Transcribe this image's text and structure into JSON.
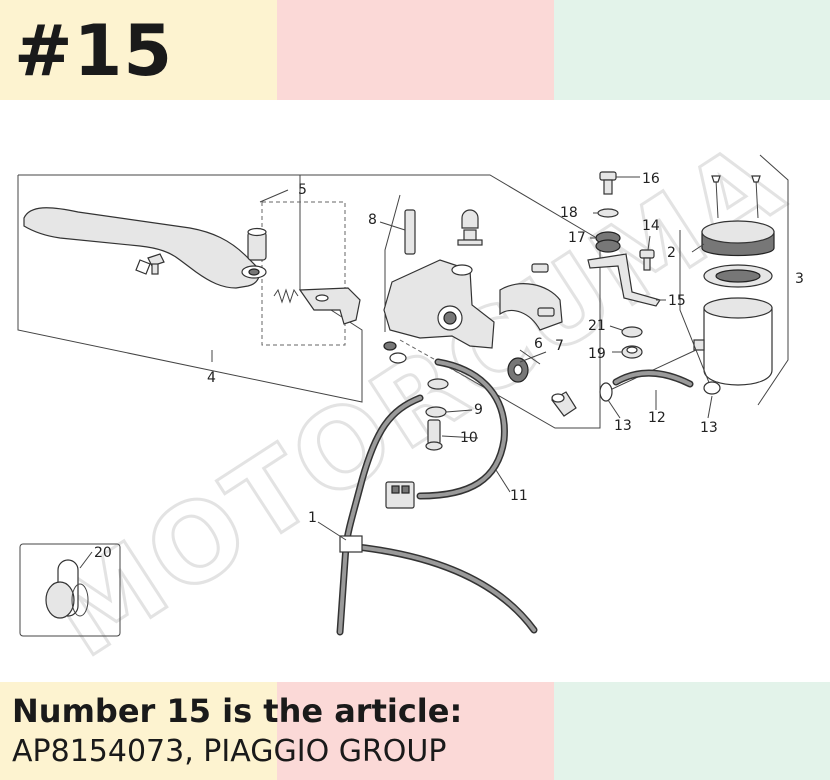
{
  "header": {
    "title": "#15",
    "band_colors": [
      "#fdf3d0",
      "#fbd9d7",
      "#e3f3ea"
    ]
  },
  "caption": {
    "line1": "Number 15 is the article:",
    "line2": "AP8154073, PIAGGIO GROUP",
    "band_colors": [
      "#fdf3d0",
      "#fbd9d7",
      "#e3f3ea"
    ]
  },
  "diagram": {
    "watermark": "MOTORCUMA",
    "labels": {
      "l1": "1",
      "l2": "2",
      "l3": "3",
      "l4": "4",
      "l5": "5",
      "l6": "6",
      "l7": "7",
      "l8": "8",
      "l9": "9",
      "l10": "10",
      "l11": "11",
      "l12": "12",
      "l13a": "13",
      "l13b": "13",
      "l14": "14",
      "l15": "15",
      "l16": "16",
      "l17": "17",
      "l18": "18",
      "l19": "19",
      "l20": "20",
      "l21": "21"
    }
  }
}
